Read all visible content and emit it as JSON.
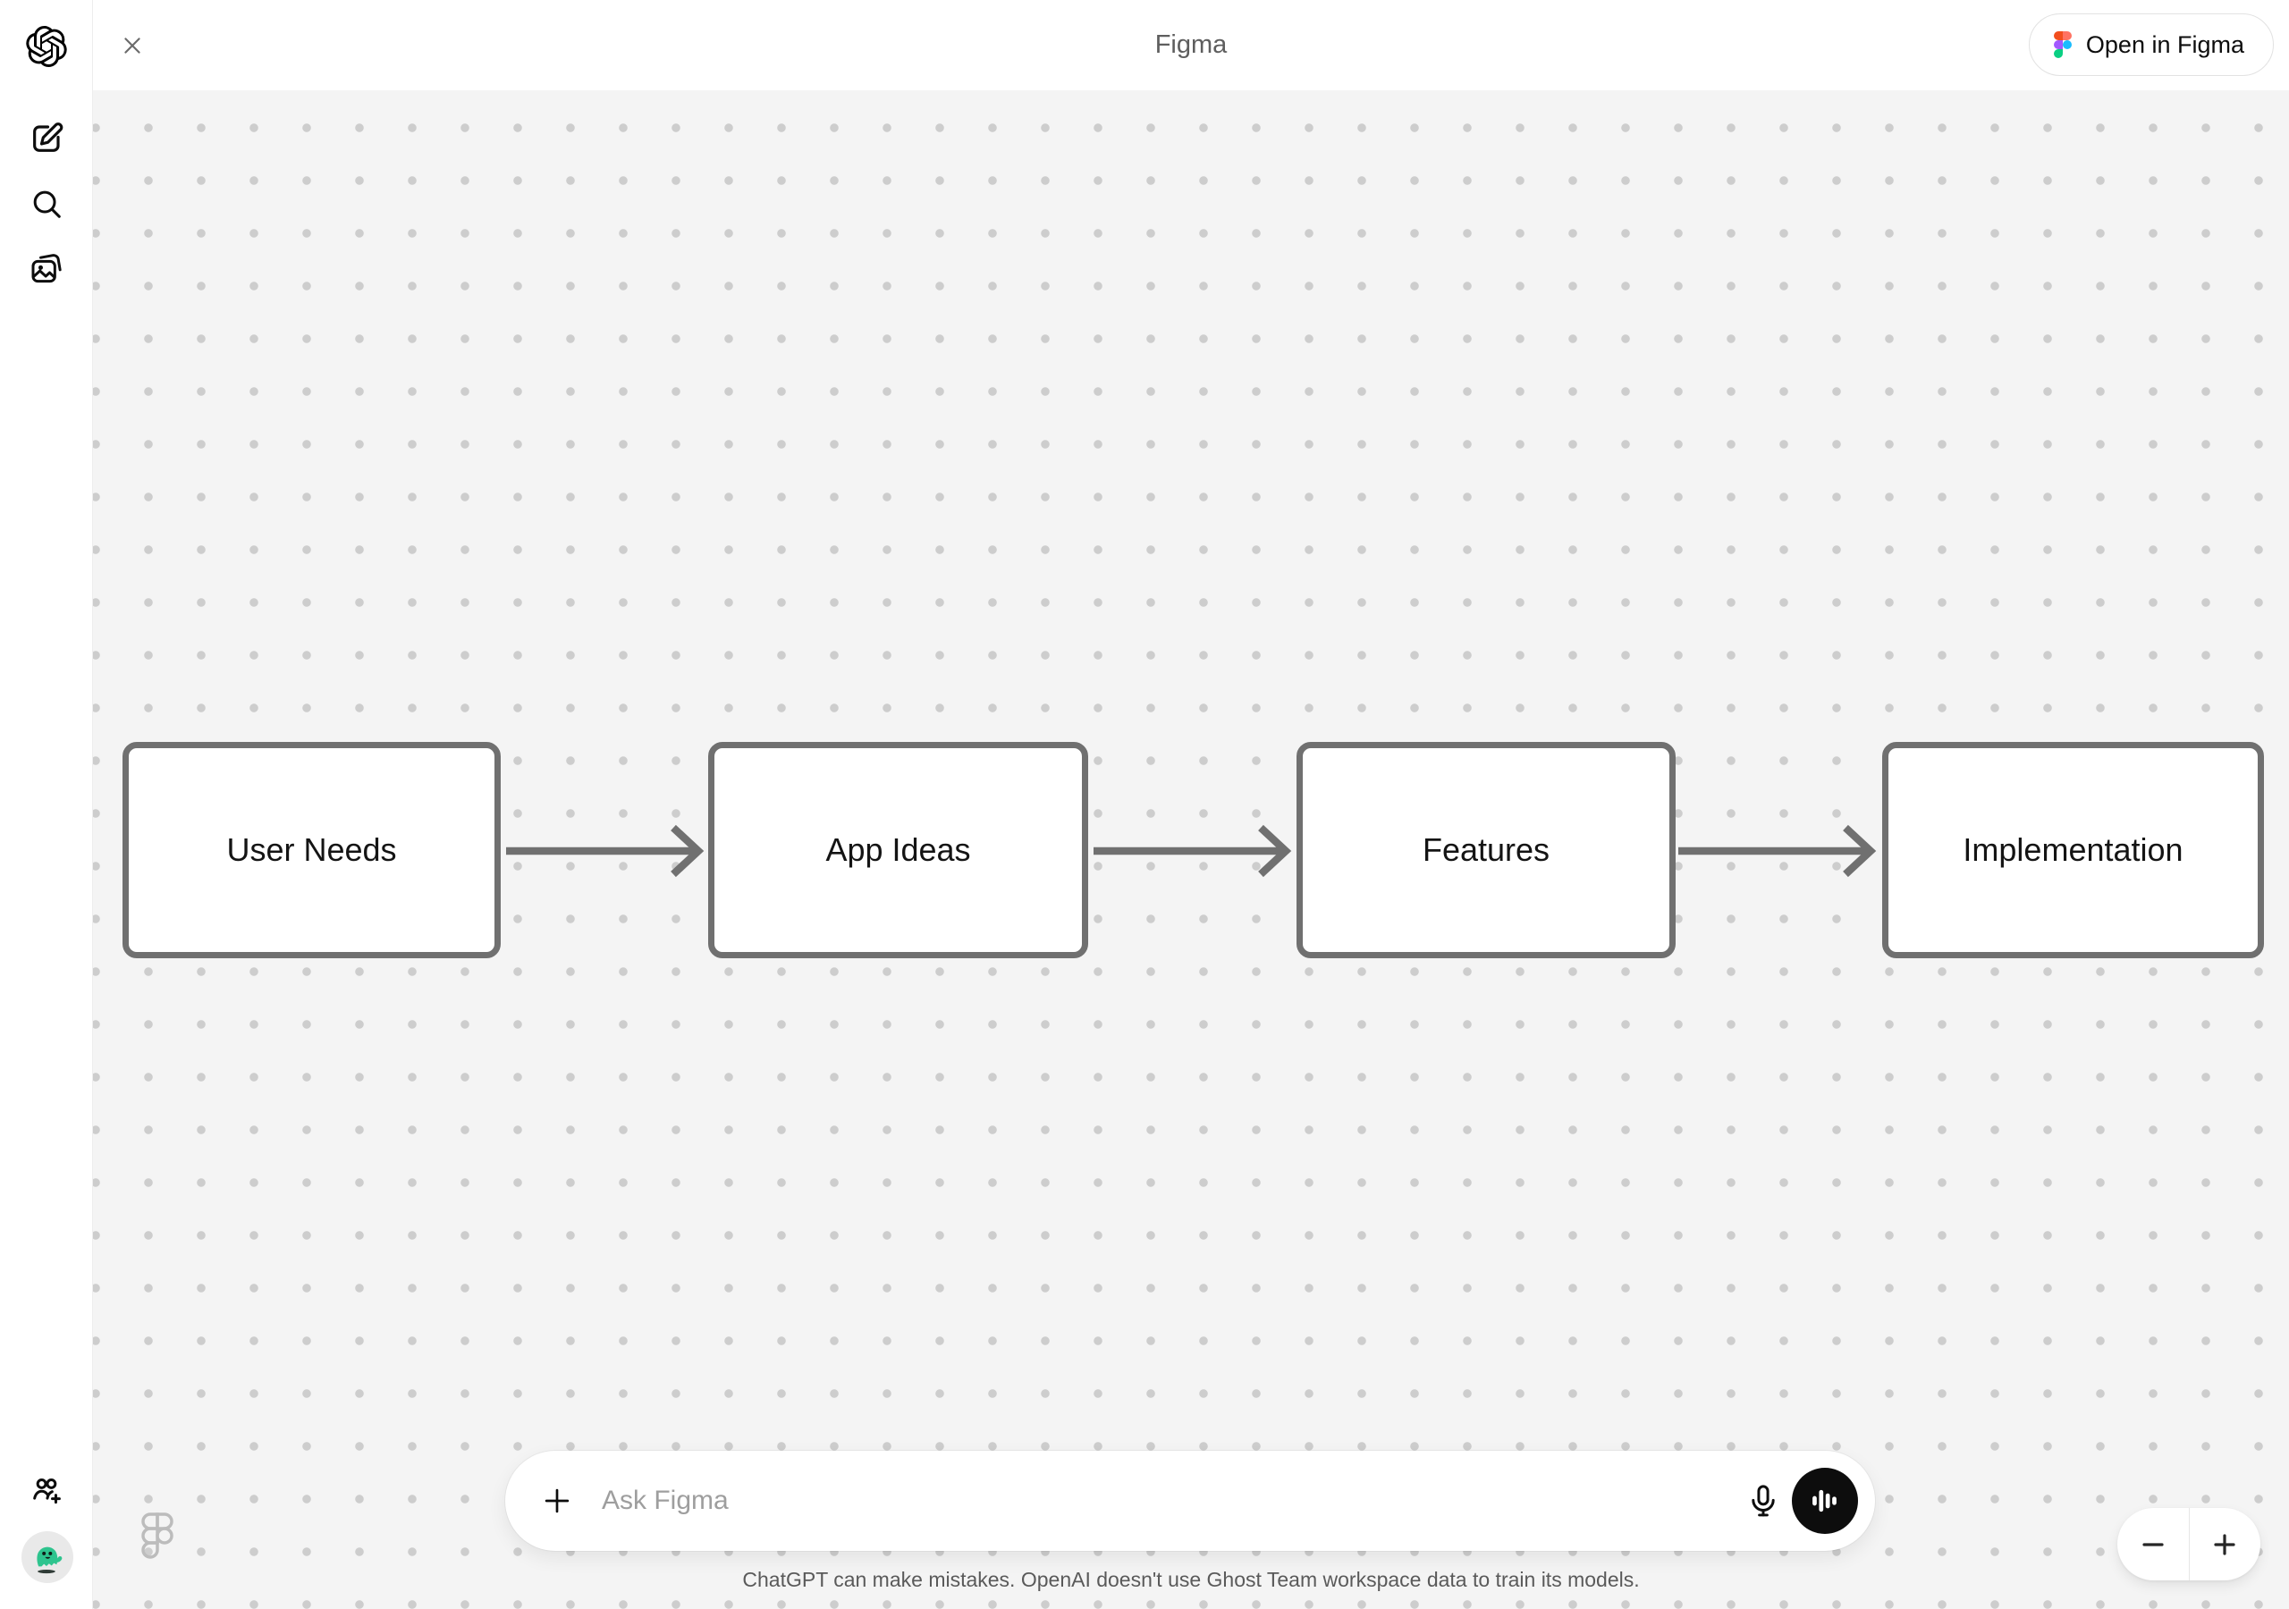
{
  "topbar": {
    "title": "Figma",
    "open_in_figma_label": "Open in Figma"
  },
  "sidebar": {
    "icons": [
      "openai-logo",
      "new-chat-icon",
      "search-icon",
      "library-icon",
      "invite-people-icon",
      "account-avatar"
    ]
  },
  "canvas": {
    "nodes": [
      {
        "label": "User Needs"
      },
      {
        "label": "App Ideas"
      },
      {
        "label": "Features"
      },
      {
        "label": "Implementation"
      }
    ],
    "connections": [
      {
        "from": "User Needs",
        "to": "App Ideas"
      },
      {
        "from": "App Ideas",
        "to": "Features"
      },
      {
        "from": "Features",
        "to": "Implementation"
      }
    ],
    "watermark": "figma-logo-outline"
  },
  "composer": {
    "placeholder": "Ask Figma",
    "icons": [
      "plus-icon",
      "microphone-icon",
      "voice-mode-icon"
    ]
  },
  "zoom_controls": {
    "zoom_out_glyph": "−",
    "zoom_in_glyph": "+"
  },
  "footer": {
    "disclaimer": "ChatGPT can make mistakes. OpenAI doesn't use Ghost Team workspace data to train its models."
  },
  "colors": {
    "canvas_bg": "#f4f4f4",
    "dot_grid": "#cdcdcd",
    "node_border": "#707070",
    "node_text": "#141414",
    "arrow": "#707070",
    "voice_button_bg": "#0d0d0d",
    "figma_red": "#F24E1E",
    "figma_salmon": "#FF7262",
    "figma_purple": "#A259FF",
    "figma_blue": "#1ABCFE",
    "figma_green": "#0ACF83",
    "avatar_ghost_green": "#2ec48e"
  }
}
